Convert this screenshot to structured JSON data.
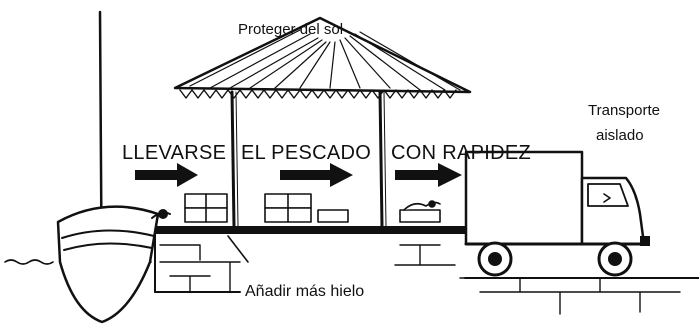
{
  "labels": {
    "shade": "Proteger del sol",
    "transport_line1": "Transporte",
    "transport_line2": "aislado",
    "slogan_part1": "LLEVARSE",
    "slogan_part2": "EL PESCADO",
    "slogan_part3": "CON RAPIDEZ",
    "ice": "Añadir más hielo"
  },
  "colors": {
    "ink": "#111111",
    "paper": "#ffffff"
  },
  "icons": [
    "boat",
    "thatched-shelter",
    "fish-box",
    "arrow-right",
    "truck",
    "wave-water",
    "stone-dock"
  ]
}
